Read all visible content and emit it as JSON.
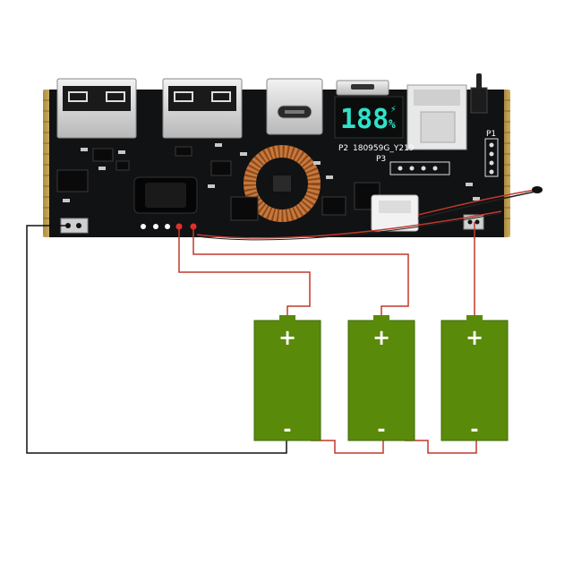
{
  "board": {
    "display_digits": "188",
    "display_unit": "%",
    "display_flash": "⚡",
    "label_p1": "P1",
    "label_p2": "P2",
    "label_p2_code": "180959G_Y219",
    "label_p3": "P3"
  },
  "batteries": [
    {
      "plus": "+",
      "minus": "-"
    },
    {
      "plus": "+",
      "minus": "-"
    },
    {
      "plus": "+",
      "minus": "-"
    }
  ],
  "colors": {
    "pcb": "#111214",
    "battery_fill": "#5a8a0a",
    "battery_edge": "#3d6a06",
    "wire_positive": "#c0392b",
    "wire_negative": "#111111",
    "coil": "#c8783c",
    "display": "#2fe3c8"
  }
}
